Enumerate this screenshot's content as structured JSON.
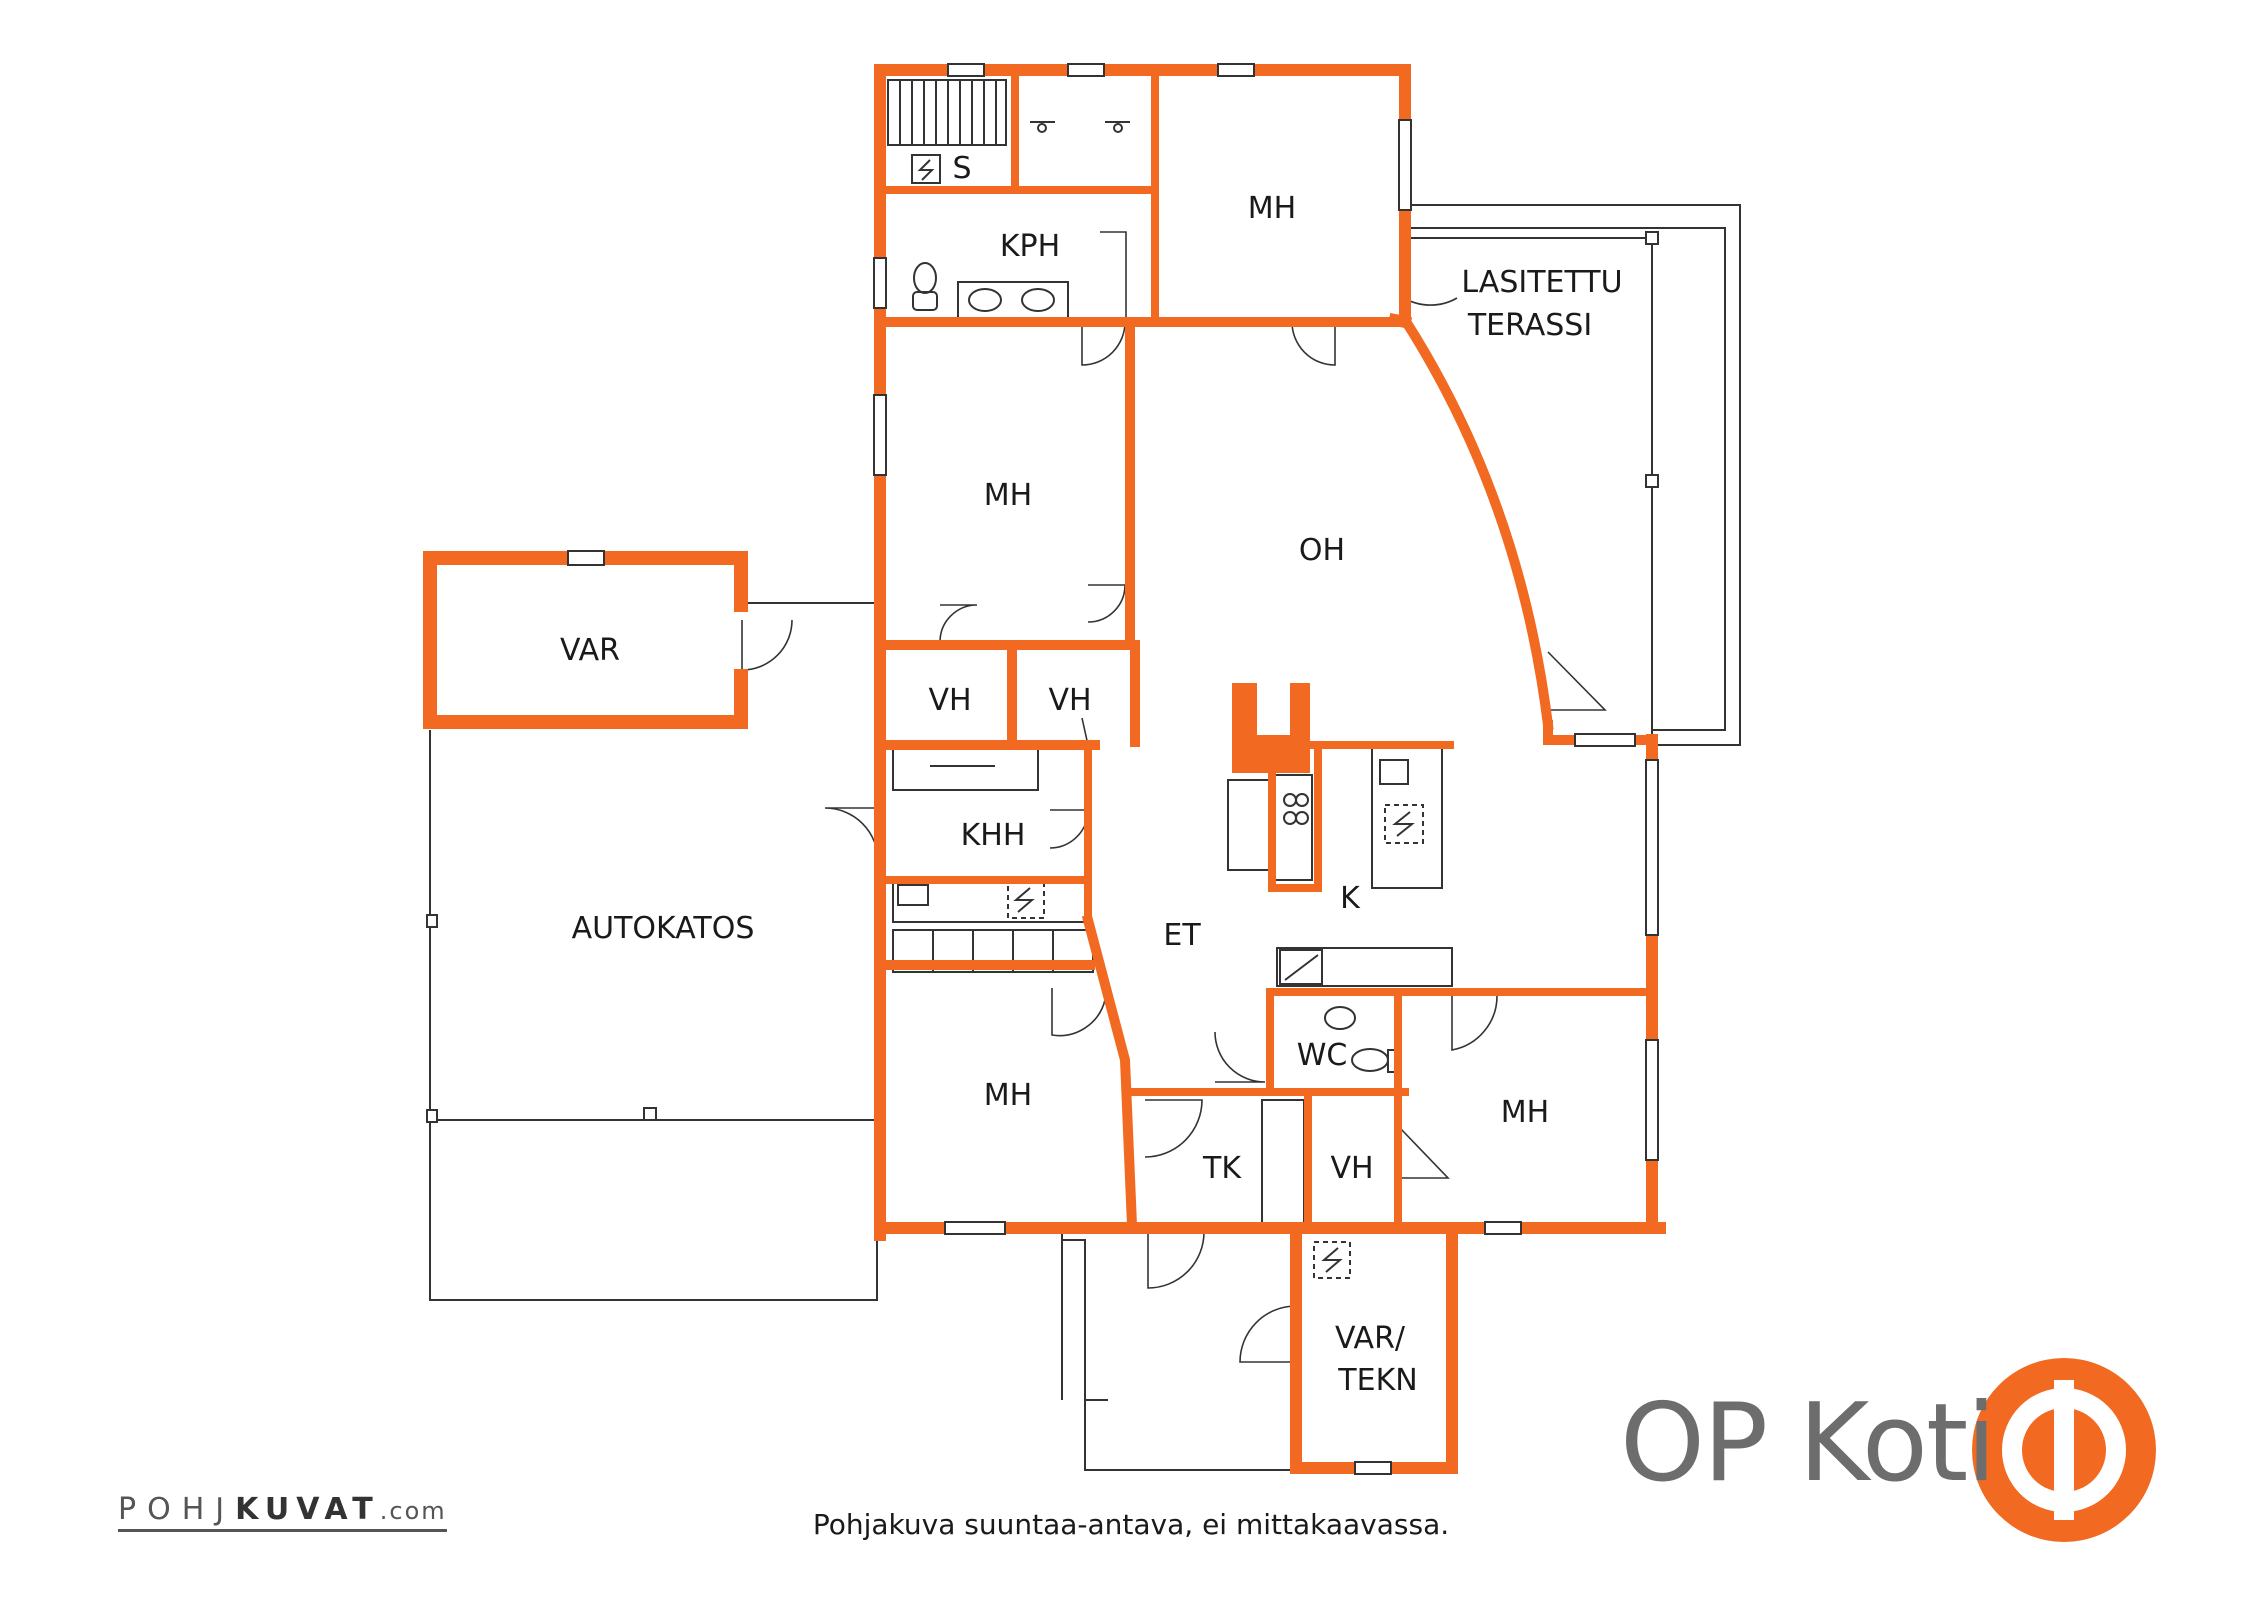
{
  "colors": {
    "wall": "#f26a21",
    "line": "#333333",
    "brand_text": "#6d6d6d"
  },
  "rooms": {
    "s": "S",
    "kph": "KPH",
    "mh_top": "MH",
    "lasitettu": "LASITETTU",
    "terassi": "TERASSI",
    "mh_left": "MH",
    "oh": "OH",
    "var_garage": "VAR",
    "vh1": "VH",
    "vh2": "VH",
    "khh": "KHH",
    "autokatos": "AUTOKATOS",
    "k": "K",
    "et": "ET",
    "wc": "WC",
    "mh_bottom_left": "MH",
    "mh_bottom_right": "MH",
    "tk": "TK",
    "vh3": "VH",
    "var_tekn_1": "VAR/",
    "var_tekn_2": "TEKN"
  },
  "brand": {
    "name": "OP Koti",
    "logo_icon": "op-logo-icon"
  },
  "caption": "Pohjakuva suuntaa-antava, ei mittakaavassa.",
  "watermark": {
    "part1": "POHJ",
    "part2": "KUVAT",
    "part3": ".com"
  }
}
